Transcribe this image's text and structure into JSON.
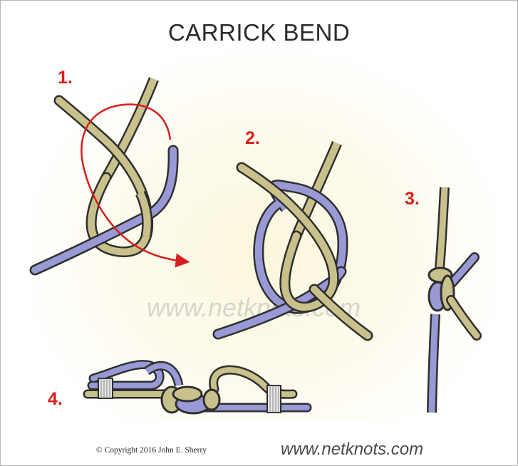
{
  "title": "CARRICK BEND",
  "steps": [
    "1.",
    "2.",
    "3.",
    "4."
  ],
  "watermark": "www.netknots.com",
  "copyright": "© Copyright  2016  John E. Sherry",
  "site": "www.netknots.com",
  "colors": {
    "tan_rope": "#c9c18c",
    "blue_rope": "#9999d6",
    "outline": "#2f2f2f",
    "arrow": "#d51f1f",
    "step_label": "#d81f1f",
    "whipping": "#e3e3e3"
  }
}
